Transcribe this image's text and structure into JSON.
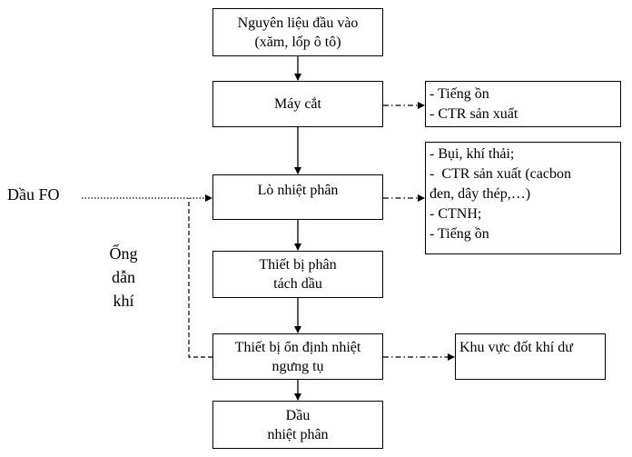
{
  "boxes": {
    "input": [
      "Nguyên liệu đầu vào",
      "(xăm, lốp ô tô)"
    ],
    "cutter": [
      "Máy cắt"
    ],
    "furnace": [
      "Lò nhiệt phân"
    ],
    "separator": [
      "Thiết bị phân",
      "tách dầu"
    ],
    "stabilizer": [
      "Thiết bị ổn định nhiệt",
      "ngưng tụ"
    ],
    "product": [
      "Dầu",
      "nhiệt phân"
    ]
  },
  "side_boxes": {
    "cutter_waste": [
      "- Tiếng ồn",
      "- CTR sản xuất"
    ],
    "furnace_waste": [
      "- Bụi, khí thải;",
      "-  CTR sản xuất (cacbon",
      "đen, dây thép,…)",
      "- CTNH;",
      "- Tiếng ồn"
    ],
    "burn_area": [
      "Khu vực đốt khí dư"
    ]
  },
  "labels": {
    "fuel_oil": "Dầu FO",
    "gas_pipe": [
      "Ống",
      "dẫn",
      "khí"
    ]
  }
}
